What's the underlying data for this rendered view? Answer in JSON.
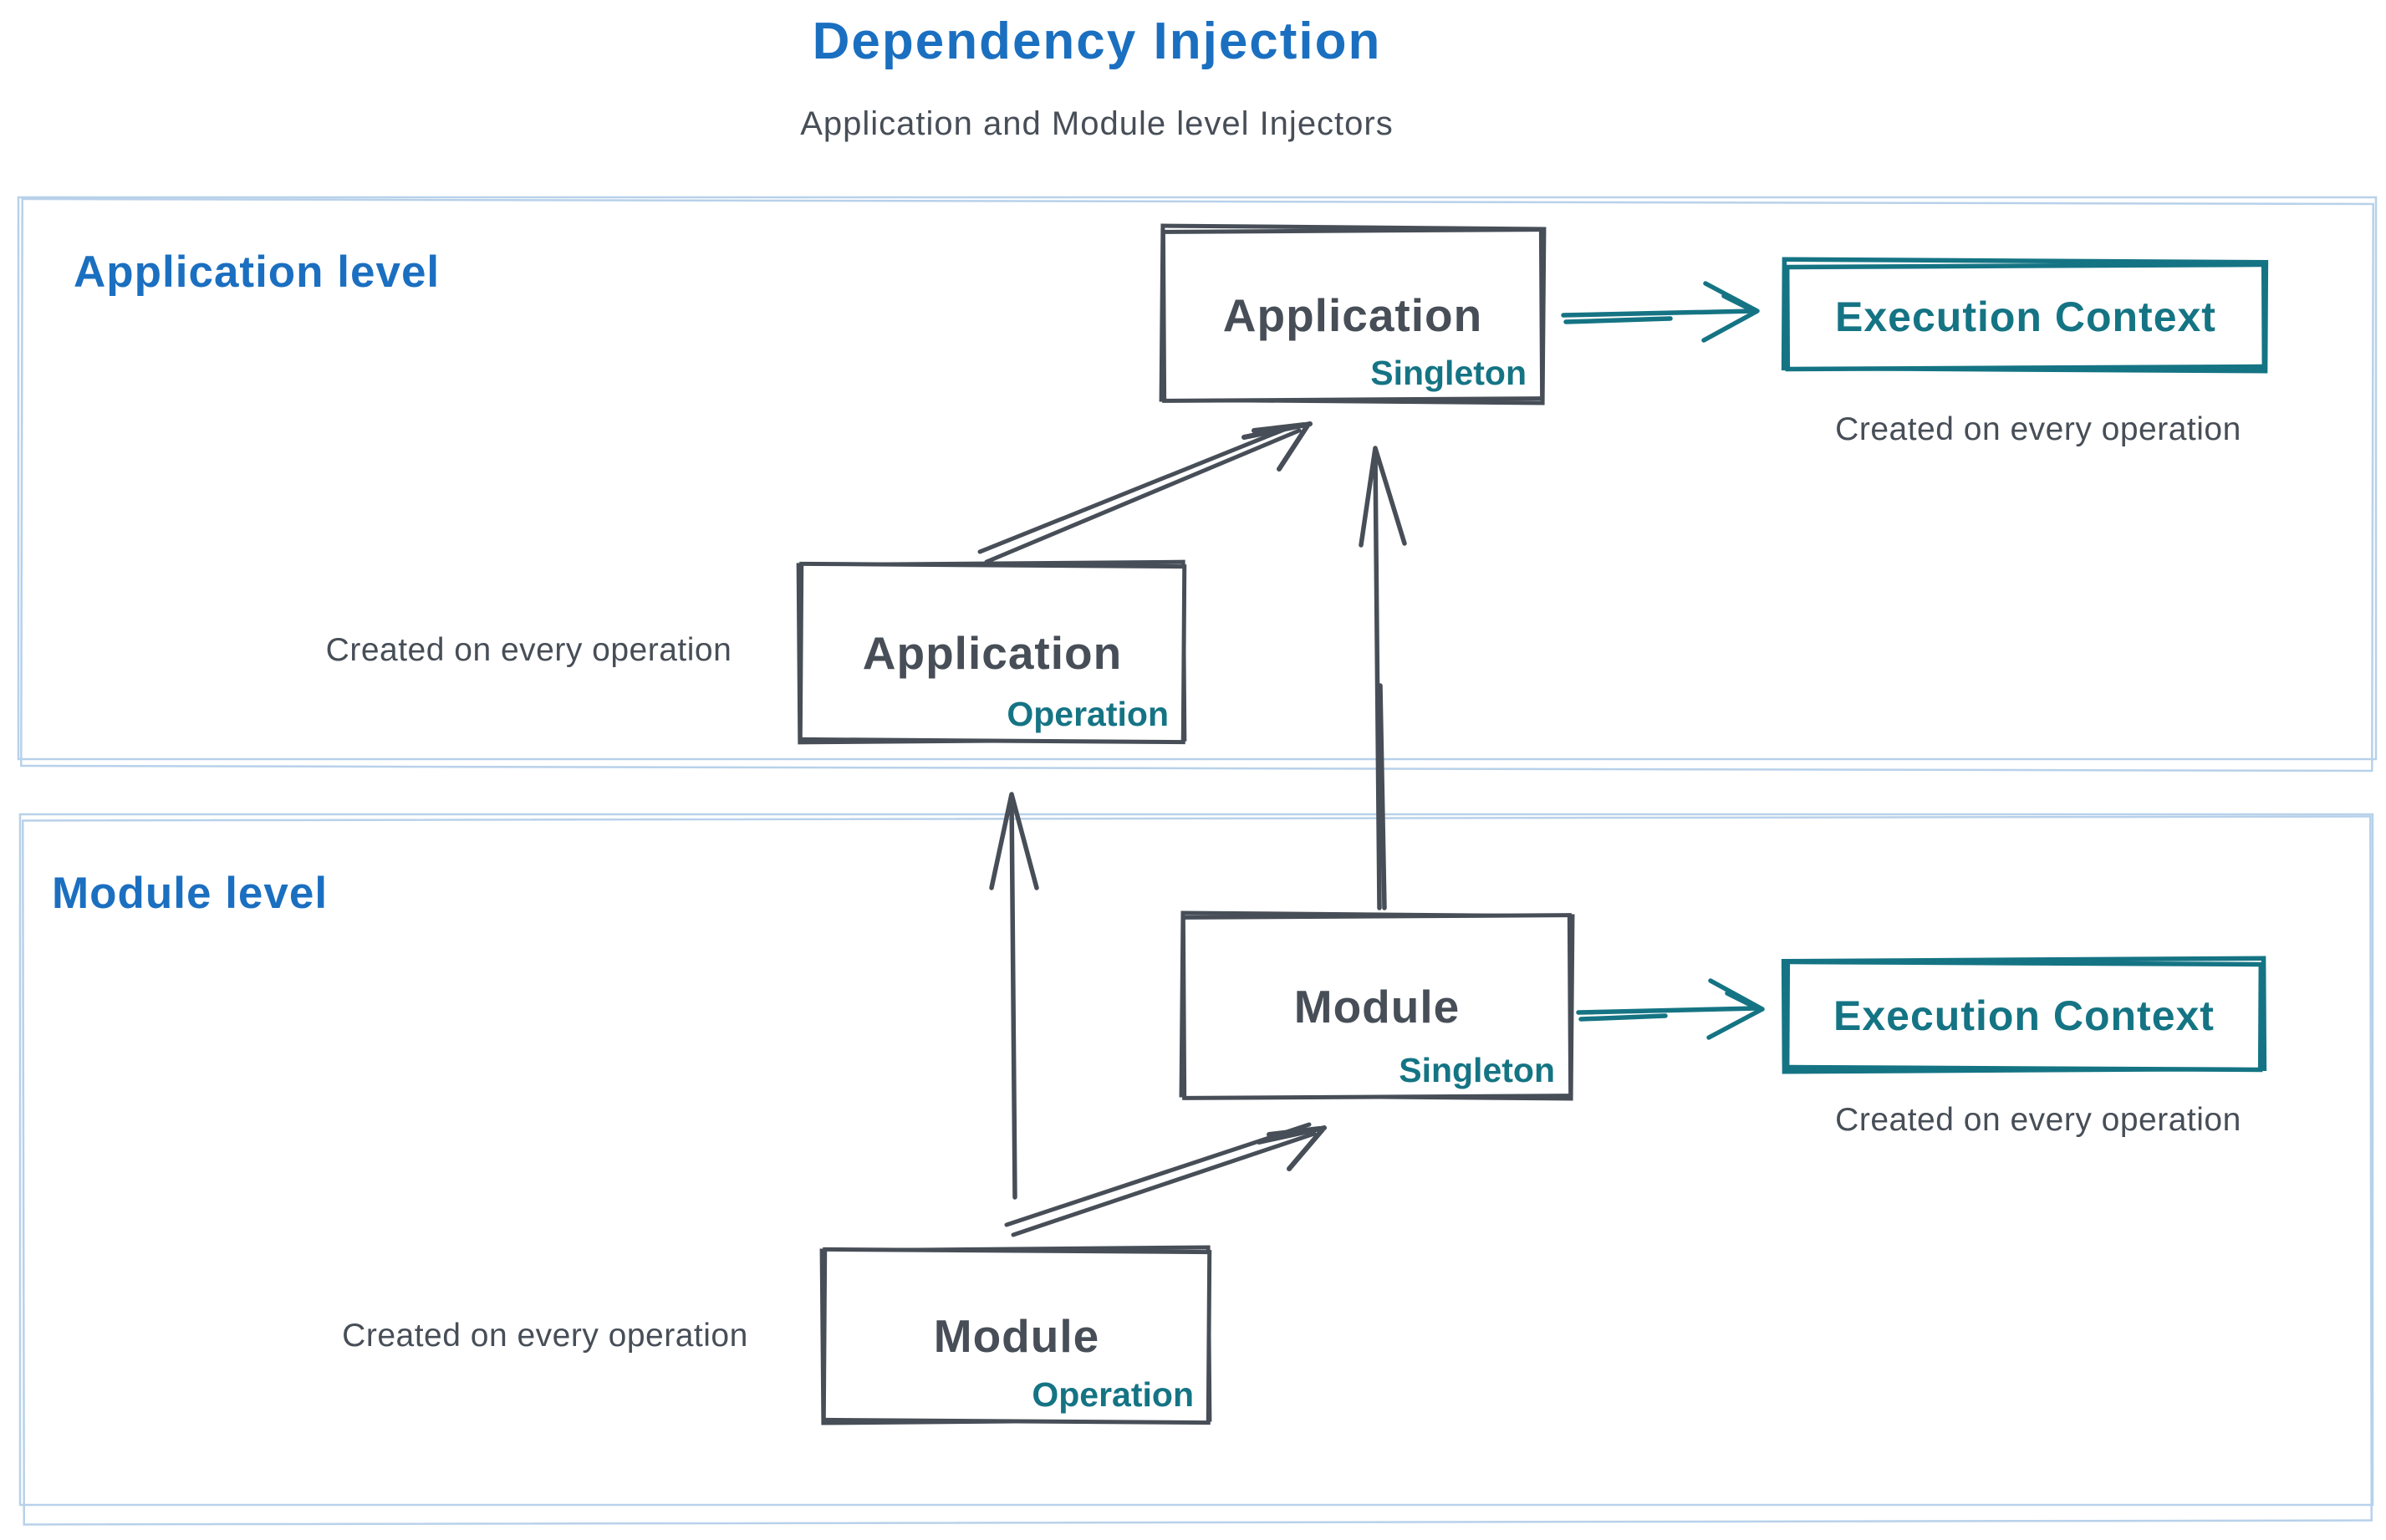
{
  "title": "Dependency Injection",
  "subtitle": "Application and Module level Injectors",
  "colors": {
    "blue": "#1b6fc0",
    "ink": "#474e57",
    "teal": "#157484",
    "section": "#b8d1ea"
  },
  "sections": {
    "application": {
      "label": "Application level",
      "nodes": {
        "singleton": {
          "title": "Application",
          "scope": "Singleton"
        },
        "operation": {
          "title": "Application",
          "scope": "Operation",
          "caption": "Created on every operation"
        },
        "execution_context": {
          "title": "Execution Context",
          "caption": "Created on every operation"
        }
      }
    },
    "module": {
      "label": "Module level",
      "nodes": {
        "singleton": {
          "title": "Module",
          "scope": "Singleton"
        },
        "operation": {
          "title": "Module",
          "scope": "Operation",
          "caption": "Created on every operation"
        },
        "execution_context": {
          "title": "Execution Context",
          "caption": "Created on every operation"
        }
      }
    }
  }
}
